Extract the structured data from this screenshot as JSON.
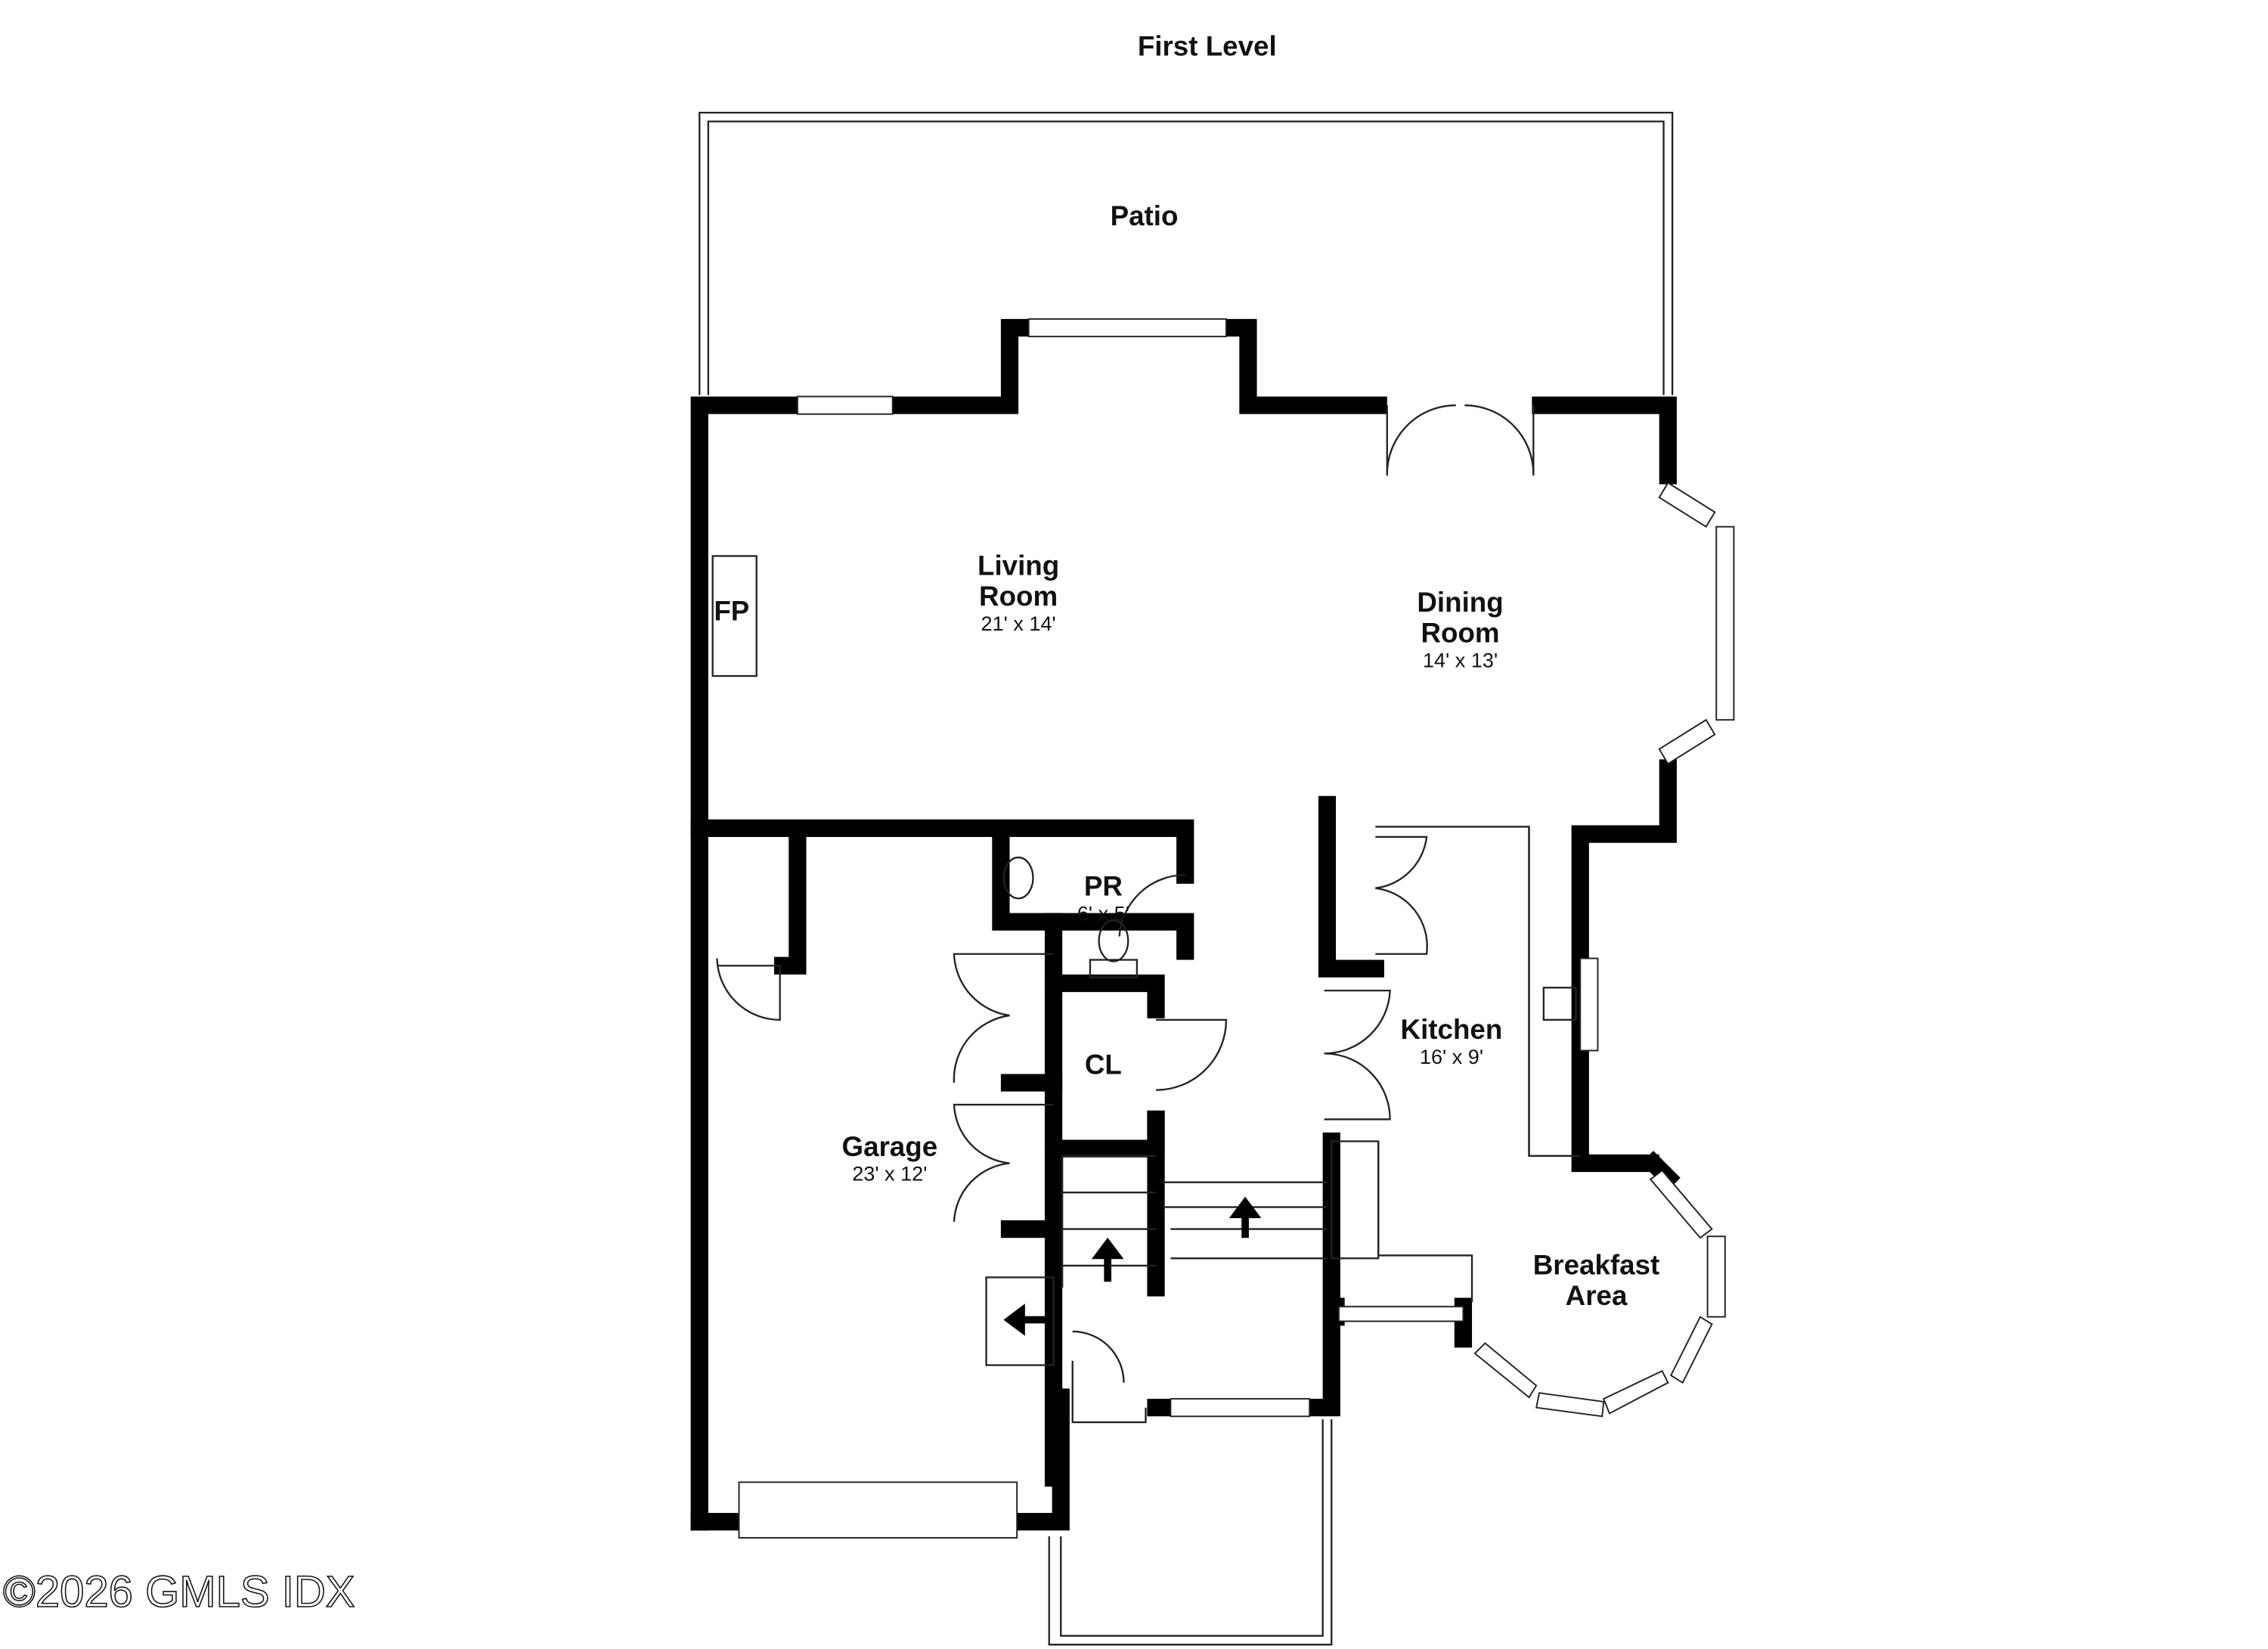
{
  "title": "First Level",
  "rooms": {
    "patio": {
      "name": "Patio"
    },
    "living": {
      "name_line1": "Living",
      "name_line2": "Room",
      "size": "21' x 14'"
    },
    "dining": {
      "name_line1": "Dining",
      "name_line2": "Room",
      "size": "14' x 13'"
    },
    "fireplace": {
      "name": "FP"
    },
    "powder": {
      "name": "PR",
      "size": "6' x 5'"
    },
    "closet": {
      "name": "CL"
    },
    "kitchen": {
      "name": "Kitchen",
      "size": "16' x 9'"
    },
    "garage": {
      "name": "Garage",
      "size": "23' x 12'"
    },
    "breakfast": {
      "name_line1": "Breakfast",
      "name_line2": "Area"
    }
  },
  "watermark": "©2026 GMLS IDX"
}
